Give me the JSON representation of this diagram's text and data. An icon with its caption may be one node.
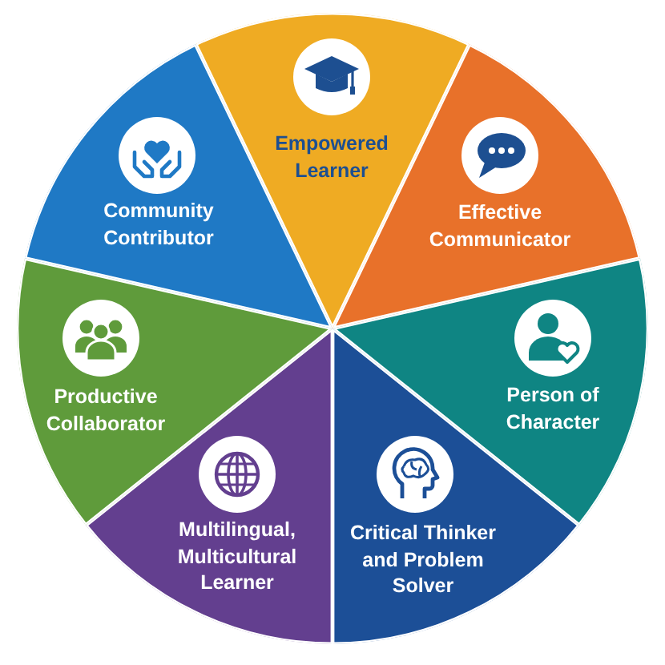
{
  "diagram": {
    "nodes": [
      {
        "text": [
          "Empowered Learner"
        ]
      },
      {
        "text": [
          "Effective Communicator"
        ]
      },
      {
        "text": [
          "Person of Character"
        ]
      },
      {
        "text": [
          "Critical Thinker and Problem Solver"
        ]
      },
      {
        "text": [
          "Multilingual, Multicultural Learner"
        ]
      },
      {
        "text": [
          "Productive Collaborator"
        ]
      },
      {
        "text": [
          "Community Contributor"
        ]
      }
    ]
  }
}
